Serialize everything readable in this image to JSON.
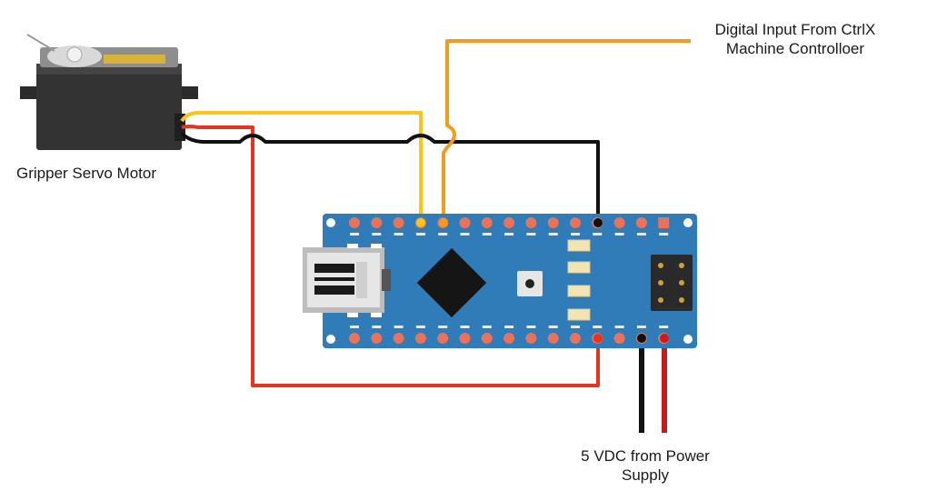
{
  "labels": {
    "servo_line1": "Gripper Servo Motor",
    "ctrlx_line1": "Digital Input From CtrlX",
    "ctrlx_line2": "Machine Controlloer",
    "power_line1": "5 VDC from Power",
    "power_line2": "Supply"
  },
  "components": {
    "servo": "gripper-servo-motor",
    "board": "arduino-nano"
  },
  "wires": [
    {
      "name": "servo-signal-wire",
      "color": "#f7c51b"
    },
    {
      "name": "servo-power-wire",
      "color": "#e63322"
    },
    {
      "name": "servo-ground-wire",
      "color": "#111111"
    },
    {
      "name": "ctrlx-input-wire",
      "color": "#f29b1e"
    },
    {
      "name": "supply-positive-wire",
      "color": "#c81a1a"
    },
    {
      "name": "supply-ground-wire",
      "color": "#111111"
    }
  ],
  "colors": {
    "board": "#2f7cb8",
    "pin": "#e8735a",
    "chip": "#151515"
  }
}
